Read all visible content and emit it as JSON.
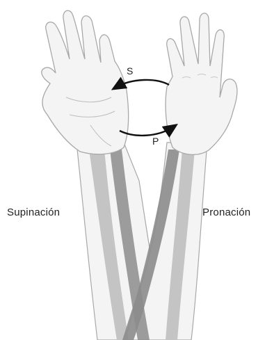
{
  "labels": {
    "supination": "Supinación",
    "pronation": "Pronación",
    "supination_arrow": "S",
    "pronation_arrow": "P"
  },
  "colors": {
    "skin_outline": "#a8a8a8",
    "skin_fill": "#f4f4f4",
    "bone_light": "#c4c4c4",
    "bone_dark": "#8c8c8c",
    "arrow": "#111111",
    "text": "#222222"
  }
}
